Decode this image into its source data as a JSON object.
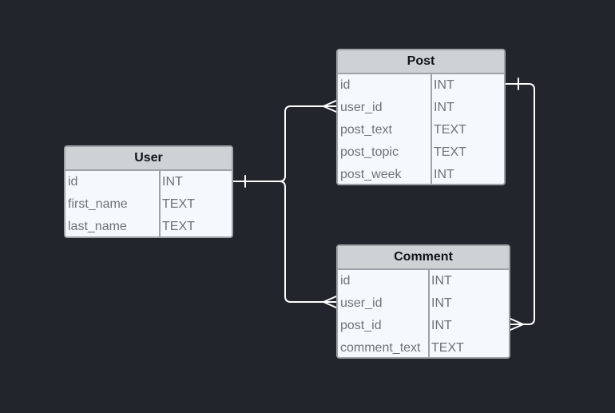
{
  "diagram": {
    "background_color": "#22262c",
    "line_color": "#ffffff",
    "entities": {
      "user": {
        "title": "User",
        "fields": [
          {
            "name": "id",
            "type": "INT"
          },
          {
            "name": "first_name",
            "type": "TEXT"
          },
          {
            "name": "last_name",
            "type": "TEXT"
          }
        ]
      },
      "post": {
        "title": "Post",
        "fields": [
          {
            "name": "id",
            "type": "INT"
          },
          {
            "name": "user_id",
            "type": "INT"
          },
          {
            "name": "post_text",
            "type": "TEXT"
          },
          {
            "name": "post_topic",
            "type": "TEXT"
          },
          {
            "name": "post_week",
            "type": "INT"
          }
        ]
      },
      "comment": {
        "title": "Comment",
        "fields": [
          {
            "name": "id",
            "type": "INT"
          },
          {
            "name": "user_id",
            "type": "INT"
          },
          {
            "name": "post_id",
            "type": "INT"
          },
          {
            "name": "comment_text",
            "type": "TEXT"
          }
        ]
      }
    },
    "relationships": [
      {
        "from": "user.id",
        "from_cardinality": "one",
        "to": "post.user_id",
        "to_cardinality": "many"
      },
      {
        "from": "user.id",
        "from_cardinality": "one",
        "to": "comment.user_id",
        "to_cardinality": "many"
      },
      {
        "from": "post.id",
        "from_cardinality": "one",
        "to": "comment.post_id",
        "to_cardinality": "many"
      }
    ]
  }
}
